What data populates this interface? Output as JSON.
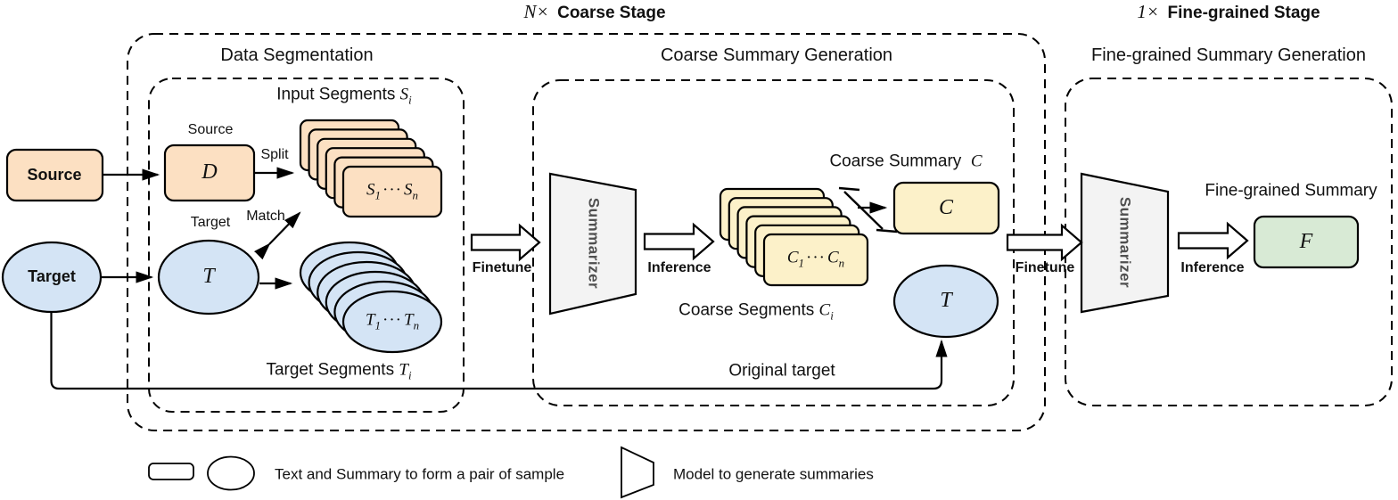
{
  "titles": {
    "coarse": {
      "multiplier": "N×",
      "label": "Coarse Stage"
    },
    "fine": {
      "multiplier": "1×",
      "label": "Fine-grained Stage"
    }
  },
  "sections": {
    "data_segmentation": "Data Segmentation",
    "coarse_summary_generation": "Coarse Summary Generation",
    "fine_summary_generation": "Fine-grained Summary Generation"
  },
  "nodes": {
    "source_input": "Source",
    "target_input": "Target",
    "source_caption": "Source",
    "d": "D",
    "split": "Split",
    "match": "Match",
    "target_caption": "Target",
    "t": "T",
    "input_segments": {
      "label": "Input Segments",
      "sym": "S",
      "sub": "i"
    },
    "s_stack": {
      "a": "S",
      "a_sub": "1",
      "dots": "···",
      "b": "S",
      "b_sub": "n"
    },
    "target_segments": {
      "label": "Target Segments",
      "sym": "T",
      "sub": "i"
    },
    "t_stack": {
      "a": "T",
      "a_sub": "1",
      "dots": "···",
      "b": "T",
      "b_sub": "n"
    },
    "coarse_segments": {
      "label": "Coarse Segments",
      "sym": "C",
      "sub": "i"
    },
    "c_stack": {
      "a": "C",
      "a_sub": "1",
      "dots": "···",
      "b": "C",
      "b_sub": "n"
    },
    "coarse_summary": {
      "label": "Coarse Summary",
      "sym": "C"
    },
    "c": "C",
    "original_target": "Original target",
    "t_original": "T",
    "fine_summary": "Fine-grained Summary",
    "f": "F"
  },
  "process": {
    "finetune": "Finetune",
    "inference": "Inference",
    "summarizer": "Summarizer"
  },
  "legend": {
    "pair": "Text and Summary to form a pair of sample",
    "model": "Model to generate summaries"
  },
  "colors": {
    "source_fill": "#fce0c2",
    "target_fill": "#d4e4f5",
    "coarse_fill": "#fcf1c9",
    "fine_fill": "#d8ead5",
    "summarizer_fill": "#f3f3f3",
    "summarizer_text": "#4f4f4f",
    "stroke": "#000000"
  }
}
